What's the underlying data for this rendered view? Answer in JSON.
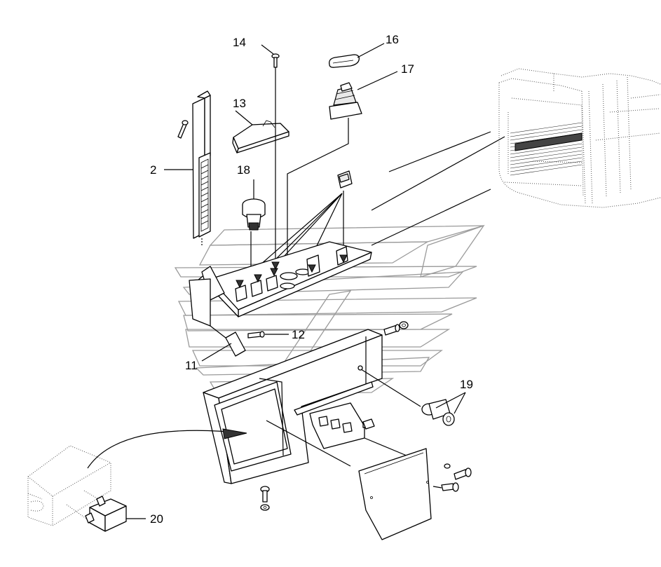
{
  "diagram": {
    "callouts": [
      {
        "id": "c2",
        "text": "2"
      },
      {
        "id": "c11",
        "text": "11"
      },
      {
        "id": "c12",
        "text": "12"
      },
      {
        "id": "c13",
        "text": "13"
      },
      {
        "id": "c14",
        "text": "14"
      },
      {
        "id": "c16",
        "text": "16"
      },
      {
        "id": "c17",
        "text": "17"
      },
      {
        "id": "c18",
        "text": "18"
      },
      {
        "id": "c19",
        "text": "19"
      },
      {
        "id": "c20",
        "text": "20"
      }
    ]
  }
}
